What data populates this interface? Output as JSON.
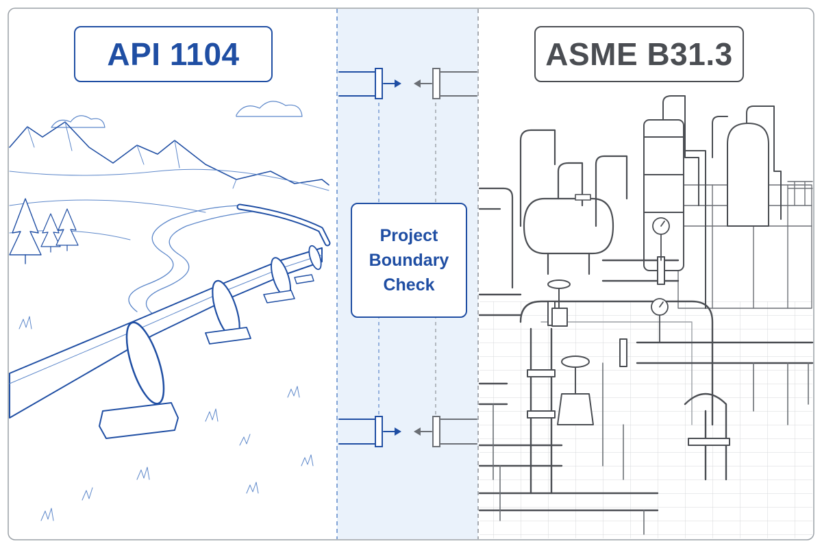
{
  "titles": {
    "left": "API 1104",
    "right": "ASME B31.3"
  },
  "center": {
    "lines": [
      "Project",
      "Boundary",
      "Check"
    ]
  },
  "colors": {
    "blue": "#1f4ea3",
    "blue_light": "#5b86c9",
    "gray": "#4a4d52",
    "gray_light": "#9a9ea4",
    "band": "#eaf2fb"
  },
  "icons": [
    "mountain-range-icon",
    "pine-tree-icon",
    "pipeline-icon",
    "flange-connector-icon",
    "arrow-right-icon",
    "arrow-left-icon",
    "pressure-vessel-icon",
    "valve-handwheel-icon",
    "pressure-gauge-icon"
  ]
}
